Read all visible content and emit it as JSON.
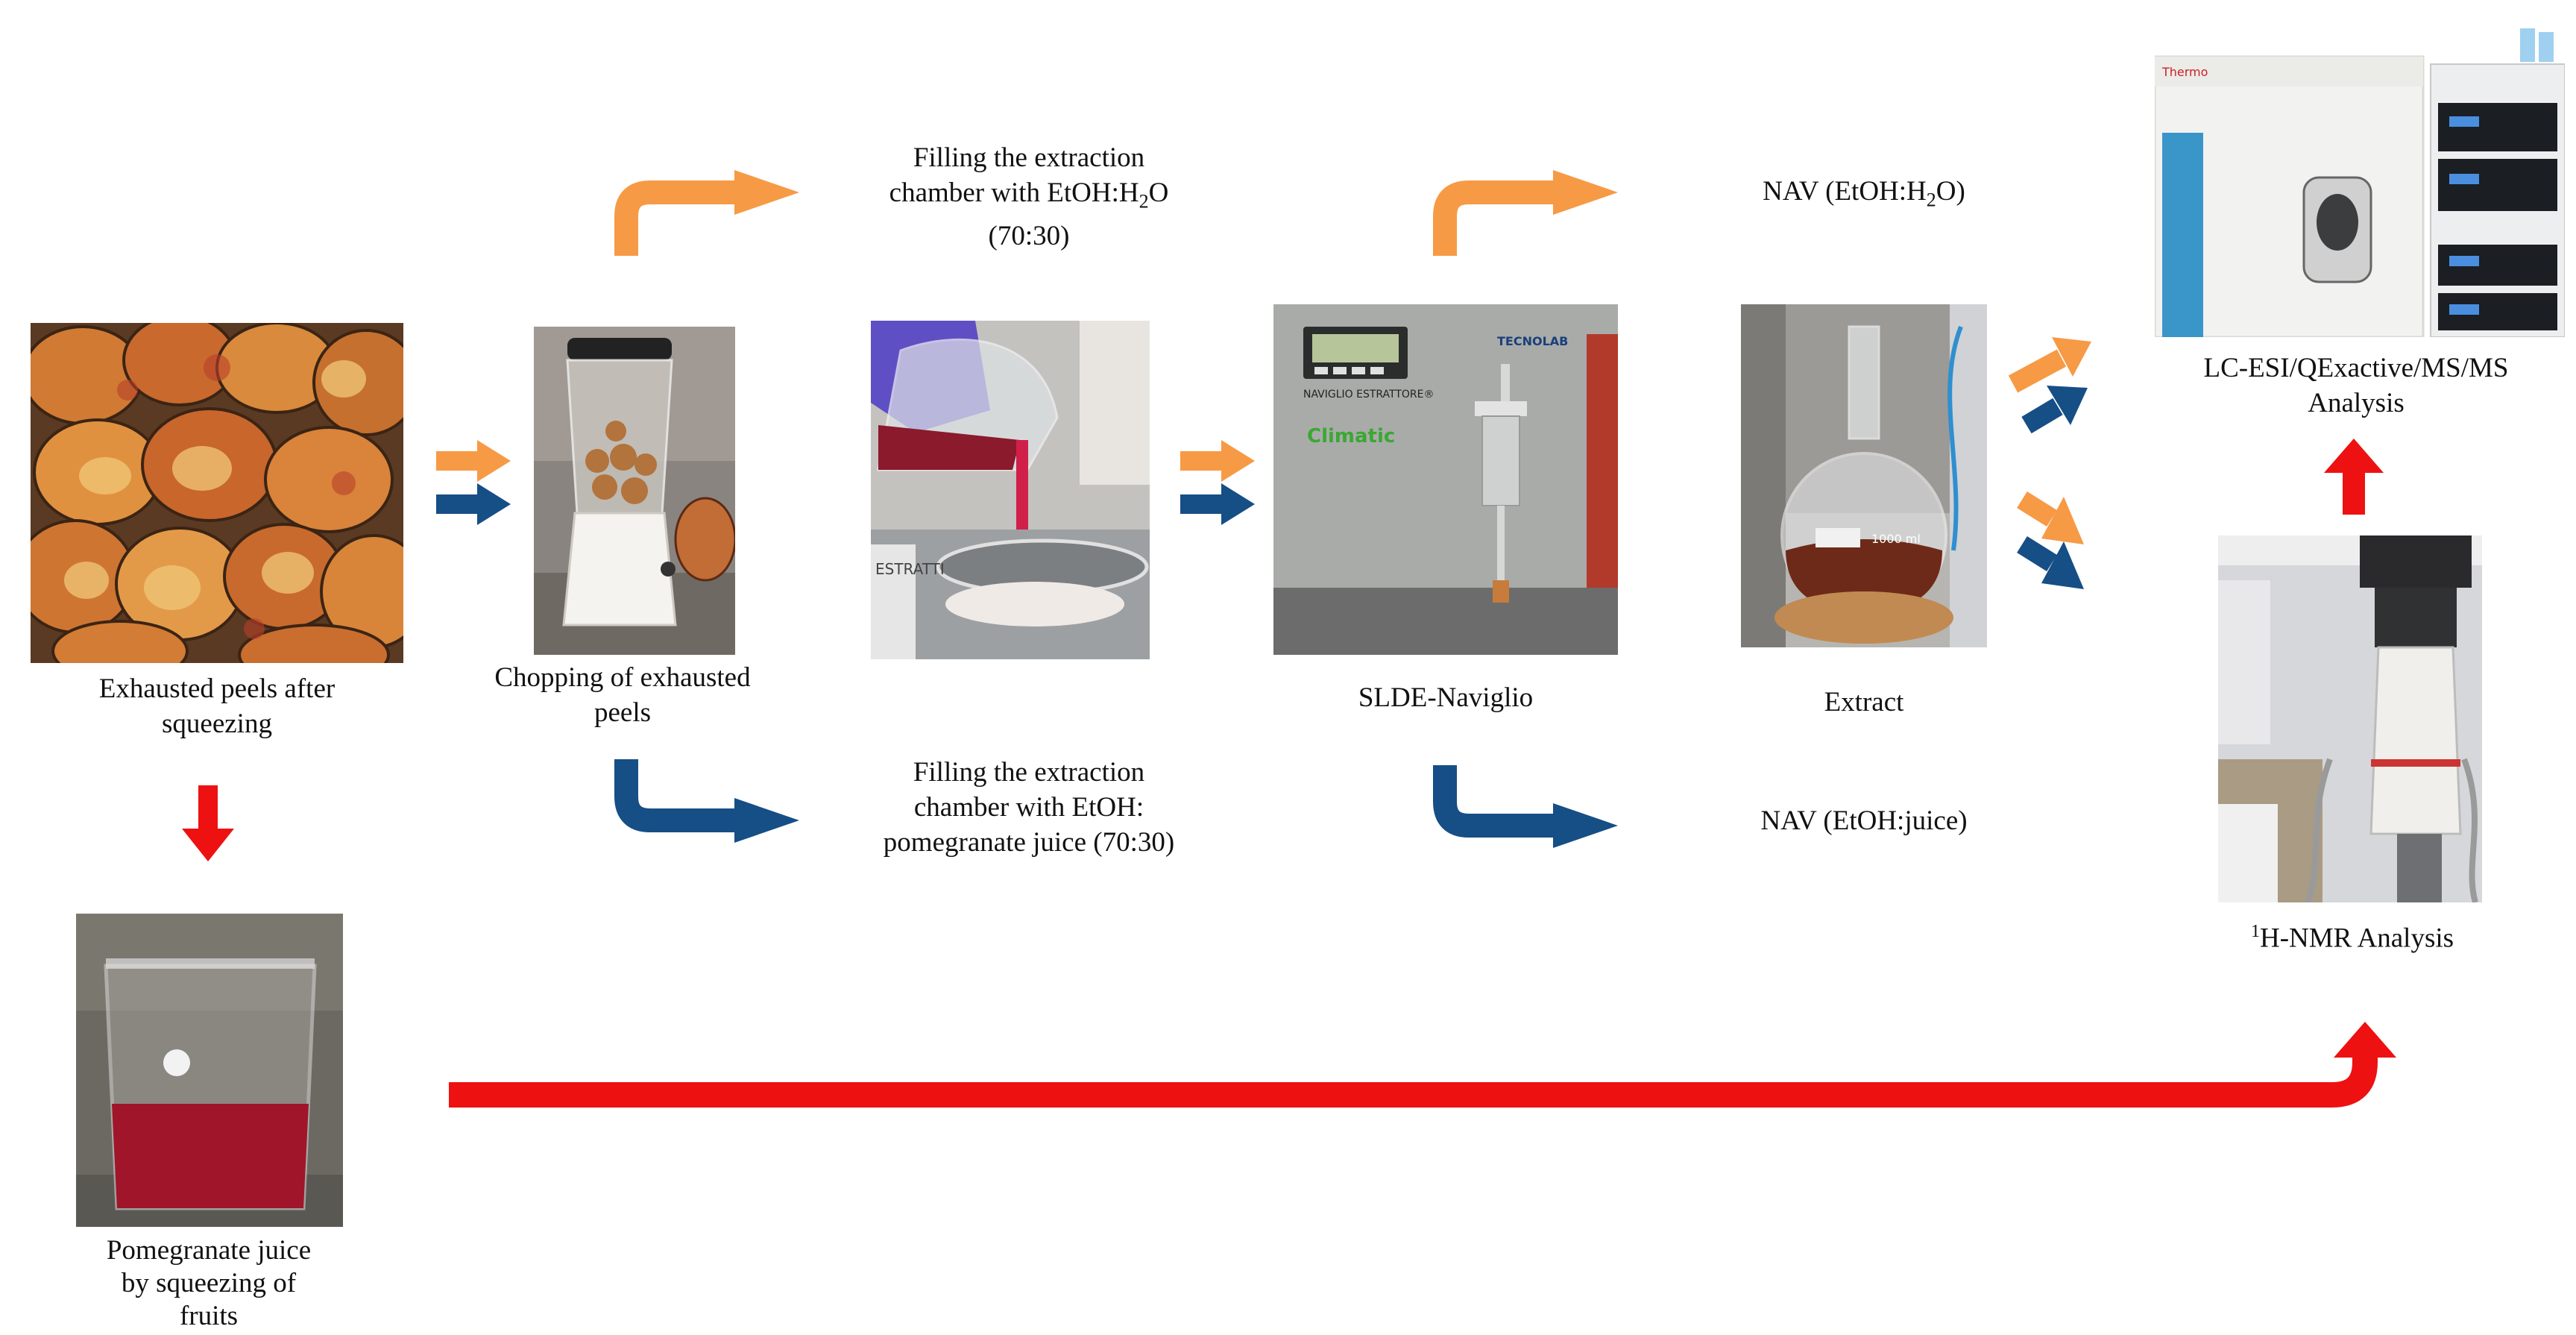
{
  "steps": {
    "peels": {
      "l1": "Exhausted peels after",
      "l2": "squeezing"
    },
    "chopping": {
      "l1": "Chopping of exhausted",
      "l2": "peels"
    },
    "fill_water": {
      "l1": "Filling the extraction",
      "l2_pre": "chamber with EtOH:H",
      "l2_sub": "2",
      "l2_post": "O",
      "l3": "(70:30)"
    },
    "fill_juice": {
      "l1": "Filling the extraction",
      "l2": "chamber with EtOH:",
      "l3": "pomegranate juice (70:30)"
    },
    "slde": {
      "label": "SLDE-Naviglio"
    },
    "nav_water": {
      "pre": "NAV (EtOH:H",
      "sub": "2",
      "post": "O)"
    },
    "nav_juice": {
      "label": "NAV (EtOH:juice)"
    },
    "extract": {
      "label": "Extract"
    },
    "lcms": {
      "l1": "LC-ESI/QExactive/MS/MS",
      "l2": "Analysis"
    },
    "nmr": {
      "sup": "1",
      "label": "H-NMR Analysis"
    },
    "juice": {
      "l1": "Pomegranate juice",
      "l2": "by squeezing of",
      "l3": "fruits"
    }
  },
  "device_text": {
    "naviglio_plate": "NAVIGLIO ESTRATTORE®",
    "brand": "TECNOLAB",
    "climatic": "Climatic",
    "beaker_mark": "ESTRATTI",
    "flask_volume": "1000 ml",
    "thermo": "Thermo"
  },
  "colors": {
    "orange": "#F79A45",
    "blue": "#164E86",
    "red": "#EE1111"
  }
}
